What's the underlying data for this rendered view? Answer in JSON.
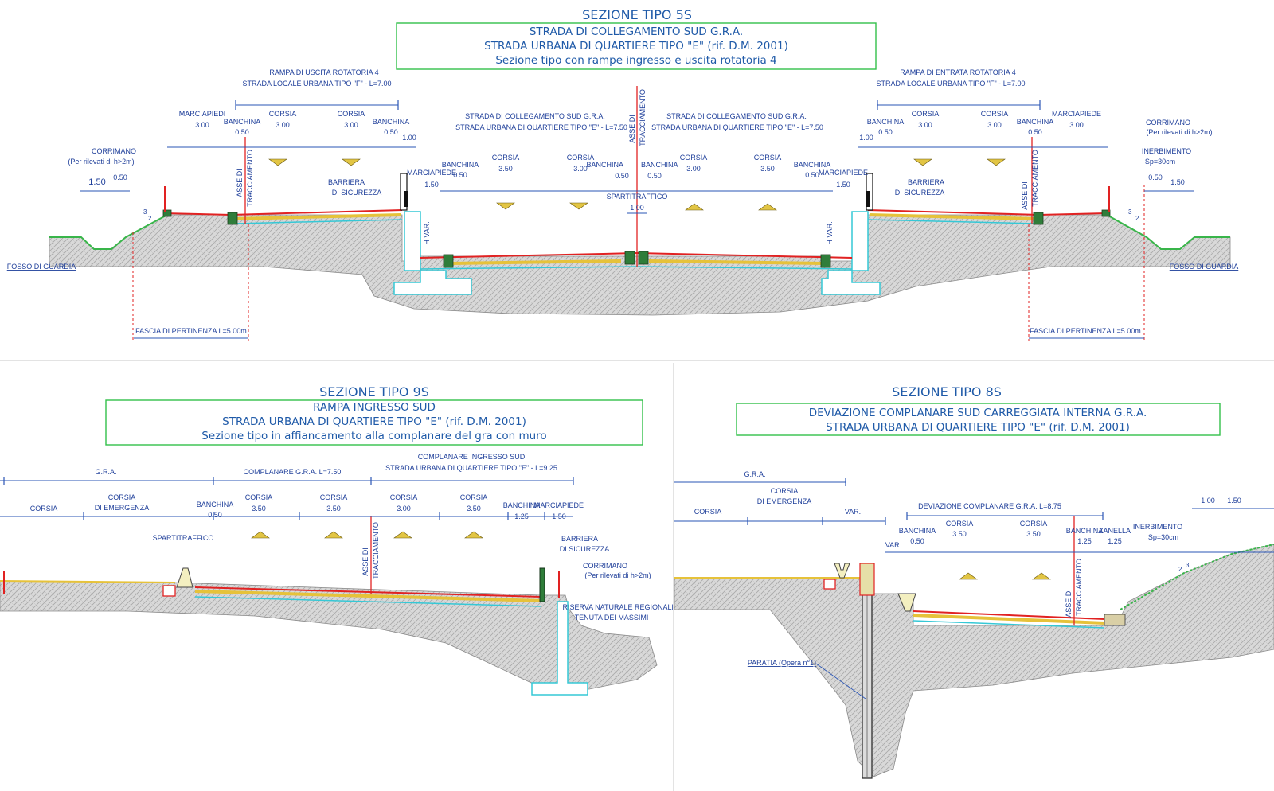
{
  "sec5s": {
    "title": "SEZIONE TIPO 5S",
    "box_line1": "STRADA DI COLLEGAMENTO SUD G.R.A.",
    "box_line2": "STRADA URBANA DI QUARTIERE TIPO \"E\" (rif. D.M. 2001)",
    "box_line3": "Sezione tipo con rampe ingresso e uscita rotatoria 4",
    "left_ramp_1": "RAMPA DI USCITA ROTATORIA 4",
    "left_ramp_2": "STRADA LOCALE URBANA TIPO \"F\" - L=7.00",
    "right_ramp_1": "RAMPA DI ENTRATA ROTATORIA 4",
    "right_ramp_2": "STRADA LOCALE URBANA TIPO \"F\" - L=7.00",
    "center_left_1": "STRADA DI COLLEGAMENTO SUD G.R.A.",
    "center_left_2": "STRADA URBANA DI QUARTIERE TIPO \"E\" - L=7.50",
    "center_right_1": "STRADA DI COLLEGAMENTO SUD G.R.A.",
    "center_right_2": "STRADA URBANA DI QUARTIERE TIPO \"E\" - L=7.50",
    "marciapiede": "MARCIAPIEDE",
    "marciapiedi": "MARCIAPIEDI",
    "banchina": "BANCHINA",
    "corsia": "CORSIA",
    "v300": "3.00",
    "v350": "3.50",
    "v050": "0.50",
    "v100": "1.00",
    "v150": "1.50",
    "spartitraffico": "SPARTITRAFFICO",
    "corrimano": "CORRIMANO",
    "corrimano_note": "(Per rilevati di h>2m)",
    "inerbimento": "INERBIMENTO",
    "inerbimento_sp": "Sp=30cm",
    "barriera_1": "BARRIERA",
    "barriera_2": "DI SICUREZZA",
    "asse_1": "ASSE DI",
    "asse_2": "TRACCIAMENTO",
    "hvar": "H VAR.",
    "fosso": "FOSSO DI GUARDIA",
    "fascia": "FASCIA DI PERTINENZA L=5.00m",
    "slope_3": "3",
    "slope_2": "2"
  },
  "sec9s": {
    "title": "SEZIONE TIPO 9S",
    "box_line1": "RAMPA  INGRESSO SUD",
    "box_line2": "STRADA URBANA DI QUARTIERE TIPO \"E\" (rif. D.M. 2001)",
    "box_line3": "Sezione tipo in affiancamento alla complanare del gra con muro",
    "gra": "G.R.A.",
    "complanare": "COMPLANARE G.R.A. L=7.50",
    "complanare_ing_1": "COMPLANARE INGRESSO SUD",
    "complanare_ing_2": "STRADA URBANA DI QUARTIERE TIPO \"E\" - L=9.25",
    "corsia": "CORSIA",
    "corsia_em_1": "CORSIA",
    "corsia_em_2": "DI EMERGENZA",
    "banchina": "BANCHINA",
    "marciapiede": "MARCIAPIEDE",
    "spartitraffico": "SPARTITRAFFICO",
    "v050": "0.50",
    "v350": "3.50",
    "v300": "3.00",
    "v125": "1.25",
    "v150": "1.50",
    "barriera_1": "BARRIERA",
    "barriera_2": "DI SICUREZZA",
    "corrimano": "CORRIMANO",
    "corrimano_note": "(Per rilevati di h>2m)",
    "asse_1": "ASSE DI",
    "asse_2": "TRACCIAMENTO",
    "riserva_1": "RISERVA NATURALE REGIONALE",
    "riserva_2": "TENUTA DEI MASSIMI"
  },
  "sec8s": {
    "title": "SEZIONE TIPO 8S",
    "box_line1": "DEVIAZIONE COMPLANARE  SUD CARREGGIATA INTERNA G.R.A.",
    "box_line2": "STRADA URBANA DI QUARTIERE TIPO \"E\" (rif. D.M. 2001)",
    "gra": "G.R.A.",
    "corsia_em_1": "CORSIA",
    "corsia_em_2": "DI EMERGENZA",
    "corsia": "CORSIA",
    "var": "VAR.",
    "deviazione": "DEVIAZIONE COMPLANARE G.R.A. L=8.75",
    "banchina": "BANCHINA",
    "zanella": "ZANELLA",
    "v050": "0.50",
    "v350": "3.50",
    "v125": "1.25",
    "v100": "1.00",
    "v150": "1.50",
    "inerbimento": "INERBIMENTO",
    "inerbimento_sp": "Sp=30cm",
    "asse_1": "ASSE DI",
    "asse_2": "TRACCIAMENTO",
    "paratia": "PARATIA (Opera n°1)",
    "slope_3": "3",
    "slope_2": "2"
  }
}
